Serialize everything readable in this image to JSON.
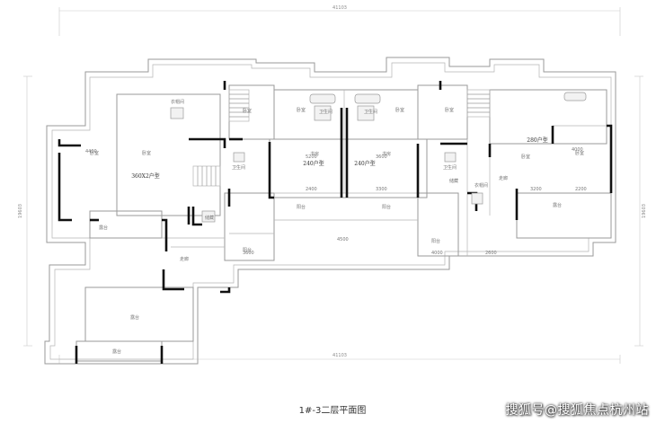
{
  "caption": "1#-3二层平面图",
  "watermark": "搜狐号@搜狐焦点杭州站",
  "dimensions": {
    "top": "41103",
    "bottom": "41103",
    "left": "19603",
    "right": "19603"
  },
  "units": {
    "left_large": "360X2户型",
    "middle_left": "240户型",
    "middle_right": "240户型",
    "right_large": "280户型"
  },
  "room_labels": [
    "卧室",
    "卧室",
    "卧室",
    "卧室",
    "卧室",
    "卧室",
    "卧室",
    "卧室",
    "书房",
    "书房",
    "露台",
    "露台",
    "露台",
    "露台",
    "阳台",
    "阳台",
    "阳台",
    "阳台",
    "卫生间",
    "卫生间",
    "卫生间",
    "卫生间",
    "衣帽间",
    "衣帽间",
    "走廊",
    "走廊",
    "储藏",
    "储藏"
  ],
  "small_dims": [
    "4400",
    "5200",
    "3600",
    "4000",
    "2400",
    "3300",
    "3200",
    "2200",
    "3600",
    "4000",
    "2600",
    "4500"
  ]
}
